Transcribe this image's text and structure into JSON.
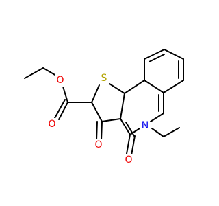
{
  "structure": {
    "atoms": [
      {
        "id": "S",
        "label": "S",
        "color": "#b3a300"
      },
      {
        "id": "N",
        "label": "N",
        "color": "#0000ee"
      },
      {
        "id": "O1",
        "label": "O",
        "color": "#ee0000"
      },
      {
        "id": "O2",
        "label": "O",
        "color": "#ee0000"
      },
      {
        "id": "O3",
        "label": "O",
        "color": "#ee0000"
      },
      {
        "id": "O4",
        "label": "O",
        "color": "#ee0000"
      }
    ],
    "bond_color": "#000000"
  }
}
